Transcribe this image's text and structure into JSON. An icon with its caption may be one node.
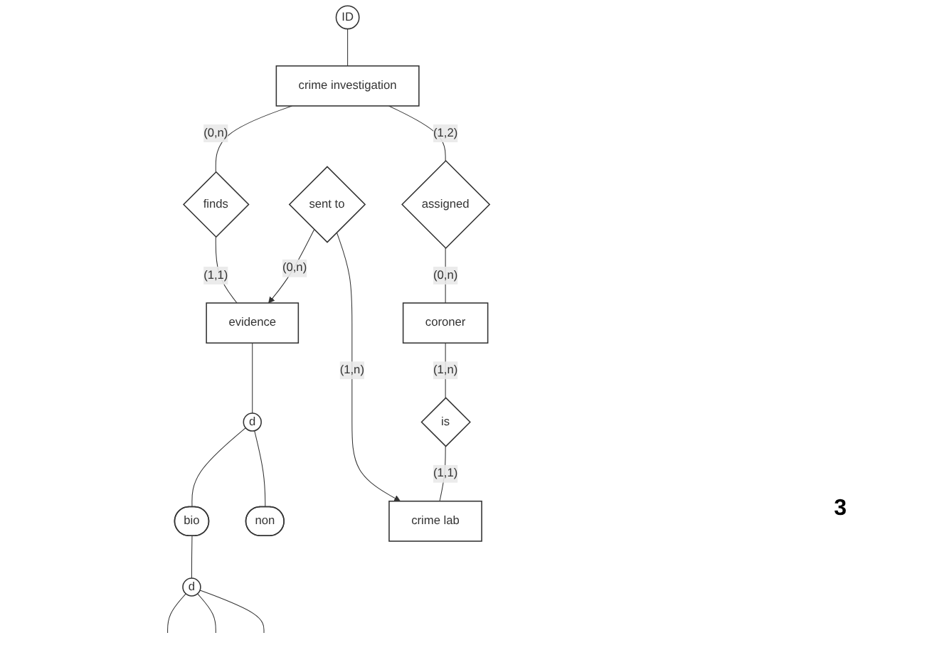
{
  "diagram": {
    "nodes": [
      {
        "text": [
          "crime investigation"
        ]
      },
      {
        "text": [
          "ID"
        ]
      },
      {
        "text": [
          "finds"
        ]
      },
      {
        "text": [
          "evidence"
        ]
      },
      {
        "text": [
          "sent to"
        ]
      },
      {
        "text": [
          "crime lab"
        ]
      },
      {
        "text": [
          "assigned"
        ]
      },
      {
        "text": [
          "coroner"
        ]
      },
      {
        "text": [
          "is"
        ]
      },
      {
        "text": [
          "d"
        ]
      },
      {
        "text": [
          "bio"
        ]
      },
      {
        "text": [
          "non"
        ]
      },
      {
        "text": [
          "d"
        ]
      }
    ],
    "edges": [
      {
        "from": 1,
        "to": 0,
        "arrow": "none"
      },
      {
        "from": 0,
        "to": 2,
        "label": "(0,n)",
        "arrow": "none"
      },
      {
        "from": 2,
        "to": 3,
        "label": "(1,1)",
        "arrow": "none"
      },
      {
        "from": 4,
        "to": 3,
        "label": "(0,n)",
        "arrow": "to"
      },
      {
        "from": 4,
        "to": 5,
        "label": "(1,n)",
        "arrow": "to"
      },
      {
        "from": 0,
        "to": 6,
        "label": "(1,2)",
        "arrow": "none"
      },
      {
        "from": 6,
        "to": 7,
        "label": "(0,n)",
        "arrow": "none"
      },
      {
        "from": 7,
        "to": 8,
        "label": "(1,n)",
        "arrow": "none"
      },
      {
        "from": 8,
        "to": 5,
        "label": "(1,1)",
        "arrow": "none"
      },
      {
        "from": 3,
        "to": 9,
        "arrow": "none"
      },
      {
        "from": 9,
        "to": 10,
        "arrow": "none"
      },
      {
        "from": 9,
        "to": 11,
        "arrow": "none"
      },
      {
        "from": 10,
        "to": 12,
        "arrow": "none"
      },
      {
        "from": 12,
        "to": null,
        "arrow": "none"
      },
      {
        "from": 12,
        "to": null,
        "arrow": "none"
      },
      {
        "from": 12,
        "to": null,
        "arrow": "none"
      }
    ],
    "labels": [
      "3"
    ]
  }
}
